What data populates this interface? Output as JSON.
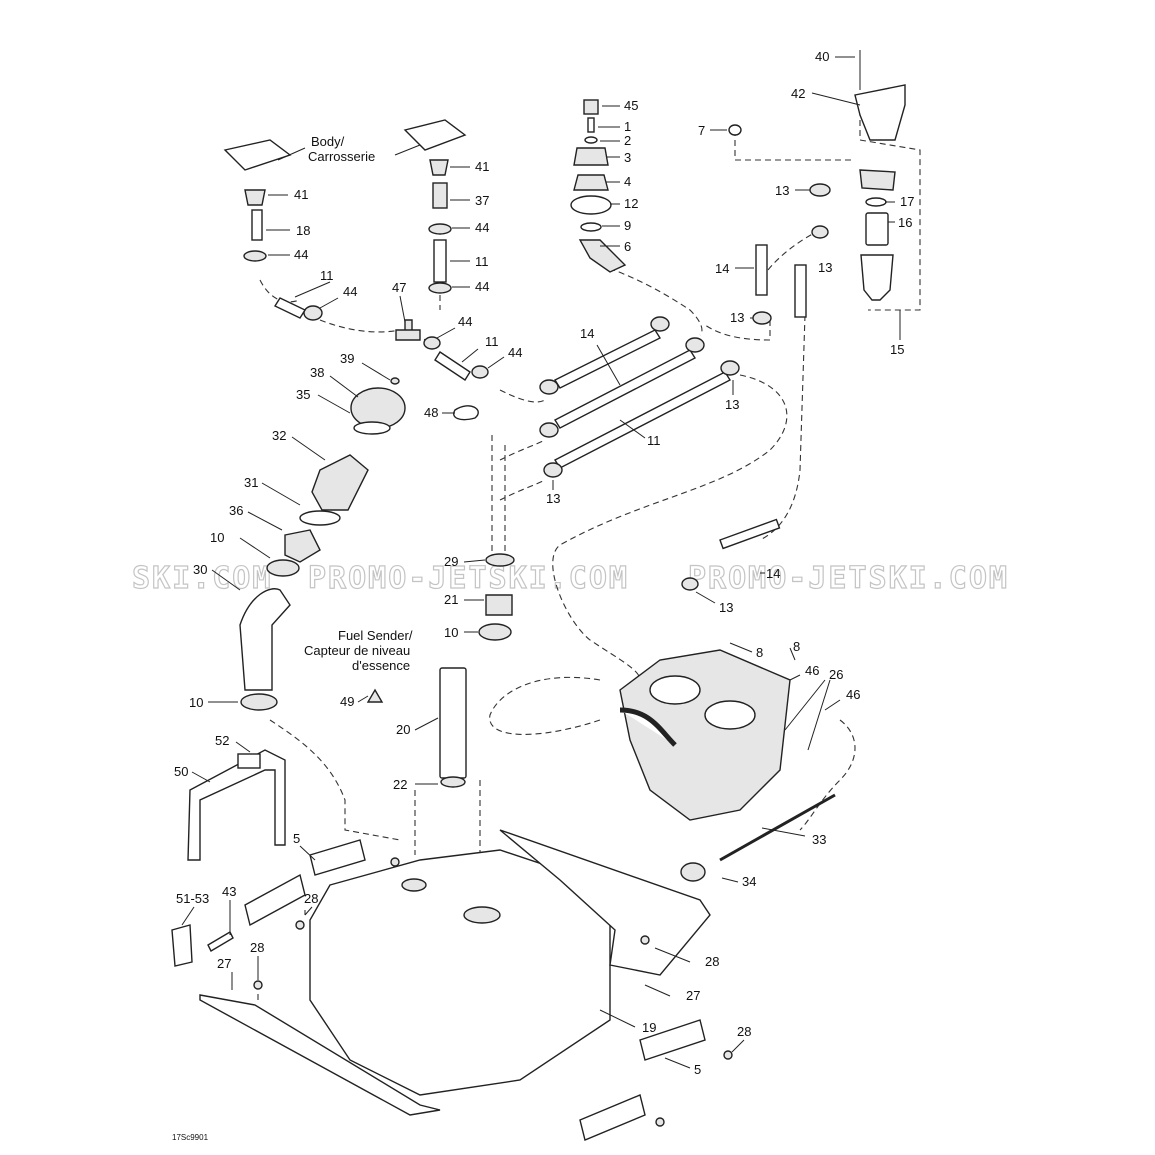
{
  "notes": {
    "body_left": [
      "Body/",
      "Carrosserie"
    ],
    "fuel_sender": [
      "Fuel Sender/",
      "Capteur de niveau",
      "d'essence"
    ]
  },
  "watermark": "PROMO-JETSKI.COM",
  "watermark_partial": "SKI.COM",
  "diagram_code": "17Sc9901",
  "callouts": [
    {
      "id": "c40",
      "label": "40"
    },
    {
      "id": "c42",
      "label": "42"
    },
    {
      "id": "c7",
      "label": "7"
    },
    {
      "id": "c45",
      "label": "45"
    },
    {
      "id": "c1",
      "label": "1"
    },
    {
      "id": "c2",
      "label": "2"
    },
    {
      "id": "c3",
      "label": "3"
    },
    {
      "id": "c4",
      "label": "4"
    },
    {
      "id": "c12",
      "label": "12"
    },
    {
      "id": "c9",
      "label": "9"
    },
    {
      "id": "c6",
      "label": "6"
    },
    {
      "id": "c13a",
      "label": "13"
    },
    {
      "id": "c17",
      "label": "17"
    },
    {
      "id": "c16",
      "label": "16"
    },
    {
      "id": "c13b",
      "label": "13"
    },
    {
      "id": "c14a",
      "label": "14"
    },
    {
      "id": "c13c",
      "label": "13"
    },
    {
      "id": "c15",
      "label": "15"
    },
    {
      "id": "c41a",
      "label": "41"
    },
    {
      "id": "c41b",
      "label": "41"
    },
    {
      "id": "c37",
      "label": "37"
    },
    {
      "id": "c18",
      "label": "18"
    },
    {
      "id": "c44a",
      "label": "44"
    },
    {
      "id": "c44b",
      "label": "44"
    },
    {
      "id": "c11a",
      "label": "11"
    },
    {
      "id": "c11b",
      "label": "11"
    },
    {
      "id": "c44c",
      "label": "44"
    },
    {
      "id": "c44d",
      "label": "44"
    },
    {
      "id": "c47",
      "label": "47"
    },
    {
      "id": "c44e",
      "label": "44"
    },
    {
      "id": "c11c",
      "label": "11"
    },
    {
      "id": "c44f",
      "label": "44"
    },
    {
      "id": "c14b",
      "label": "14"
    },
    {
      "id": "c13d",
      "label": "13"
    },
    {
      "id": "c39",
      "label": "39"
    },
    {
      "id": "c38",
      "label": "38"
    },
    {
      "id": "c35",
      "label": "35"
    },
    {
      "id": "c48",
      "label": "48"
    },
    {
      "id": "c11d",
      "label": "11"
    },
    {
      "id": "c13e",
      "label": "13"
    },
    {
      "id": "c32",
      "label": "32"
    },
    {
      "id": "c31",
      "label": "31"
    },
    {
      "id": "c36",
      "label": "36"
    },
    {
      "id": "c10a",
      "label": "10"
    },
    {
      "id": "c30",
      "label": "30"
    },
    {
      "id": "c29",
      "label": "29"
    },
    {
      "id": "c21",
      "label": "21"
    },
    {
      "id": "c10b",
      "label": "10"
    },
    {
      "id": "c14c",
      "label": "14"
    },
    {
      "id": "c13f",
      "label": "13"
    },
    {
      "id": "c8a",
      "label": "8"
    },
    {
      "id": "c8b",
      "label": "8"
    },
    {
      "id": "c46a",
      "label": "46"
    },
    {
      "id": "c26",
      "label": "26"
    },
    {
      "id": "c46b",
      "label": "46"
    },
    {
      "id": "c49",
      "label": "49"
    },
    {
      "id": "c20",
      "label": "20"
    },
    {
      "id": "c10c",
      "label": "10"
    },
    {
      "id": "c22",
      "label": "22"
    },
    {
      "id": "c52",
      "label": "52"
    },
    {
      "id": "c50",
      "label": "50"
    },
    {
      "id": "c33",
      "label": "33"
    },
    {
      "id": "c34",
      "label": "34"
    },
    {
      "id": "c5a",
      "label": "5"
    },
    {
      "id": "c28a",
      "label": "28"
    },
    {
      "id": "c43",
      "label": "43"
    },
    {
      "id": "c5153",
      "label": "51-53"
    },
    {
      "id": "c28b",
      "label": "28"
    },
    {
      "id": "c27a",
      "label": "27"
    },
    {
      "id": "c28c",
      "label": "28"
    },
    {
      "id": "c27b",
      "label": "27"
    },
    {
      "id": "c19",
      "label": "19"
    },
    {
      "id": "c28d",
      "label": "28"
    },
    {
      "id": "c5b",
      "label": "5"
    }
  ]
}
